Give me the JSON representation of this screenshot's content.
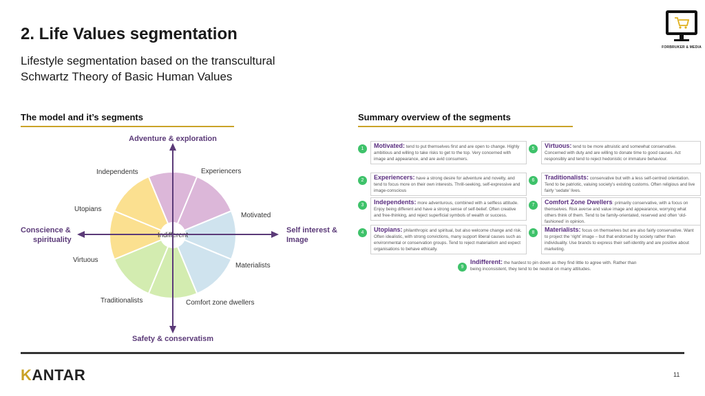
{
  "title": "2. Life Values segmentation",
  "subtitle": "Lifestyle segmentation based on the transcultural Schwartz Theory of Basic Human Values",
  "logo_caption": "FORBRUKER & MEDIA",
  "left_section": {
    "heading": "The model and it’s segments"
  },
  "right_section": {
    "heading": "Summary overview of the segments"
  },
  "diagram": {
    "axes": {
      "top": "Adventure & exploration",
      "bottom": "Safety & conservatism",
      "left_line1": "Conscience &",
      "left_line2": "spirituality",
      "right_line1": "Self interest &",
      "right_line2": "Image"
    },
    "center_label": "Indifferent",
    "segments": [
      {
        "name": "Independents",
        "color": "#dcb7d9"
      },
      {
        "name": "Experiencers",
        "color": "#dcb7d9"
      },
      {
        "name": "Motivated",
        "color": "#cfe3ee"
      },
      {
        "name": "Materialists",
        "color": "#cfe3ee"
      },
      {
        "name": "Comfort zone dwellers",
        "color": "#d3ecb0"
      },
      {
        "name": "Traditionalists",
        "color": "#d3ecb0"
      },
      {
        "name": "Virtuous",
        "color": "#fbe090"
      },
      {
        "name": "Utopians",
        "color": "#fbe090"
      }
    ],
    "axis_color": "#5b3a78"
  },
  "summary": [
    {
      "n": "1",
      "name": "Motivated:",
      "text": "tend to put themselves first and are open to change. Highly ambitious and willing to take risks to get to the top. Very concerned with image and appearance, and are avid consumers."
    },
    {
      "n": "2",
      "name": "Experiencers:",
      "text": "have a strong desire for adventure and novelty, and tend to focus more on their own interests. Thrill-seeking, self-expressive and image-conscious"
    },
    {
      "n": "3",
      "name": "Independents:",
      "text": "more adventurous, combined with a selfless attitude. Enjoy being different and have a strong sense of self-belief. Often creative and free-thinking, and reject superficial symbols of wealth or success."
    },
    {
      "n": "4",
      "name": "Utopians:",
      "text": "philanthropic and spiritual, but also welcome change and risk. Often idealistic, with strong convictions, many support liberal causes such as environmental or conservation groups. Tend to reject materialism and expect organisations to behave ethically."
    },
    {
      "n": "5",
      "name": "Virtuous:",
      "text": "tend to be more altruistic and somewhat conservative. Concerned with duty and are willing to donate time to good causes. Act responsibly and tend to reject hedonistic or immature behaviour."
    },
    {
      "n": "6",
      "name": "Traditionalists:",
      "text": "conservative but with a less self-centred orientation. Tend to be patriotic, valuing society’s existing customs. Often religious and live fairly ‘sedate’ lives."
    },
    {
      "n": "7",
      "name": "Comfort Zone Dwellers",
      "text": ": primarily conservative, with a focus on themselves. Risk averse and value image and appearance, worrying what others think of them. Tend to be family-orientated, reserved and often ‘old-fashioned’ in opinion."
    },
    {
      "n": "8",
      "name": "Materialists:",
      "text": "focus on themselves but are also fairly conservative. Want to project the ‘right’ image – but that endorsed by society rather than individuality. Use brands to express their self-identity and are positive about marketing."
    },
    {
      "n": "9",
      "name": "Indifferent:",
      "text": "the hardest to pin down as they find little to agree with. Rather than being inconsistent, they tend to be neutral on many attitudes."
    }
  ],
  "brand": {
    "first": "K",
    "rest": "ANTAR"
  },
  "page_number": "11",
  "colors": {
    "accent": "#c9a227",
    "number_badge": "#3ec26a",
    "segment_name": "#5a2e7f"
  }
}
